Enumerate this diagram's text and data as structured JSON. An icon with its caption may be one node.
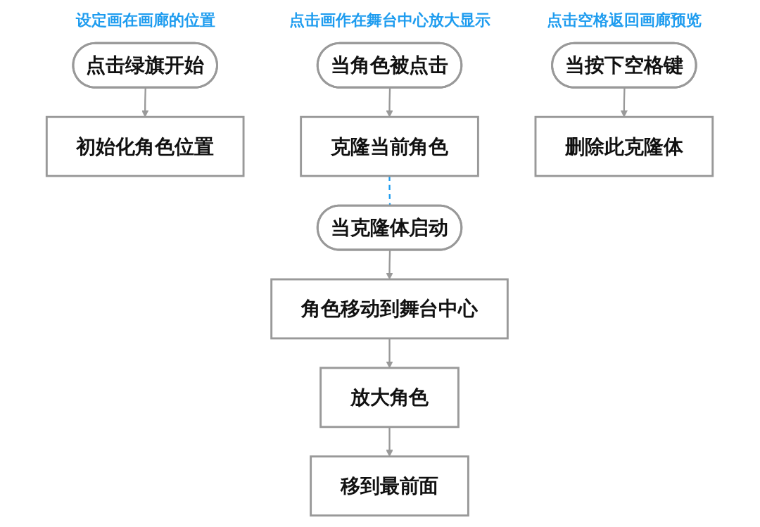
{
  "diagram": {
    "nodes": [
      {
        "text": [
          "点击绿旗开始"
        ]
      },
      {
        "text": [
          "初始化角色位置"
        ]
      },
      {
        "text": [
          "当角色被点击"
        ]
      },
      {
        "text": [
          "克隆当前角色"
        ]
      },
      {
        "text": [
          "当克隆体启动"
        ]
      },
      {
        "text": [
          "角色移动到舞台中心"
        ]
      },
      {
        "text": [
          "放大角色"
        ]
      },
      {
        "text": [
          "移到最前面"
        ]
      },
      {
        "text": [
          "当按下空格键"
        ]
      },
      {
        "text": [
          "删除此克隆体"
        ]
      }
    ],
    "edges": [
      {
        "from": 0,
        "to": 1,
        "arrow": "to"
      },
      {
        "from": 2,
        "to": 3,
        "arrow": "to"
      },
      {
        "from": 3,
        "to": 4,
        "arrow": "none",
        "style": "dashed",
        "color": "#1e9cef"
      },
      {
        "from": 4,
        "to": 5,
        "arrow": "to"
      },
      {
        "from": 5,
        "to": 6,
        "arrow": "to"
      },
      {
        "from": 6,
        "to": 7,
        "arrow": "to"
      },
      {
        "from": 8,
        "to": 9,
        "arrow": "to"
      }
    ],
    "labels": [
      "设定画在画廊的位置",
      "点击画作在舞台中心放大显示",
      "点击空格返回画廊预览"
    ]
  }
}
